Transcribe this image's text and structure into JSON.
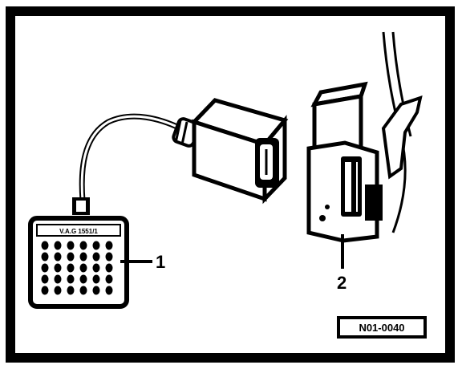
{
  "figure": {
    "callouts": [
      {
        "label": "1",
        "part": "V.A.G tester adapter"
      },
      {
        "label": "2",
        "part": "diagnostic connector"
      }
    ],
    "tester_label": "V.A.G 1551/1",
    "figure_code": "N01-0040"
  }
}
